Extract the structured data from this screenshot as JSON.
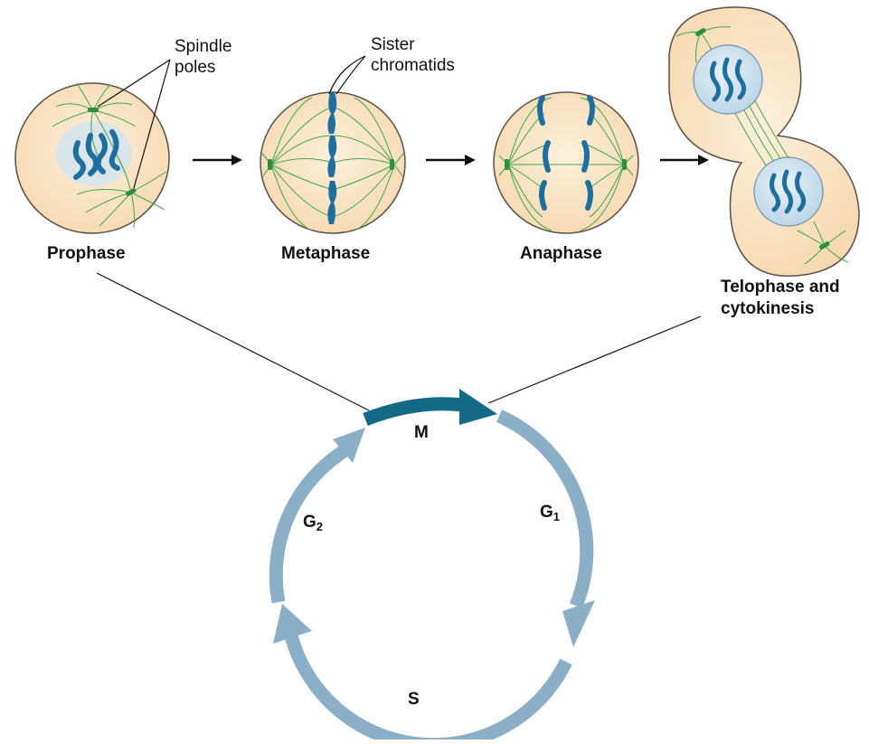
{
  "stages": [
    {
      "id": "prophase",
      "label": "Prophase"
    },
    {
      "id": "metaphase",
      "label": "Metaphase"
    },
    {
      "id": "anaphase",
      "label": "Anaphase"
    },
    {
      "id": "telophase",
      "label_line1": "Telophase and",
      "label_line2": "cytokinesis"
    }
  ],
  "annotations": {
    "spindle_line1": "Spindle",
    "spindle_line2": "poles",
    "sister_line1": "Sister",
    "sister_line2": "chromatids"
  },
  "cycle": {
    "m": "M",
    "g1_letter": "G",
    "g1_sub": "1",
    "g2_letter": "G",
    "g2_sub": "2",
    "s": "S"
  },
  "colors": {
    "cytoplasm": "#f8e0bd",
    "cell_outline": "#5a5048",
    "chromosome": "#1f6f9e",
    "spindle_fiber": "#3fa54a",
    "nucleus": "#cfe3ef",
    "cycle_arrow": "#8aafc6",
    "m_arrow": "#146a86"
  }
}
